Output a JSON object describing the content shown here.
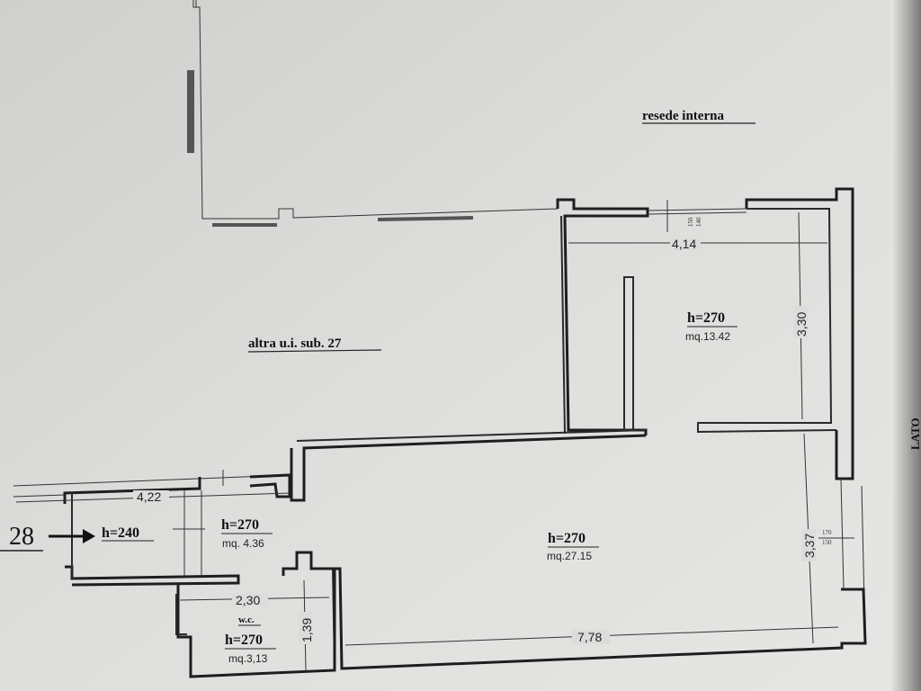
{
  "labels": {
    "resede": "resede interna",
    "altra": "altra u.i. sub. 27",
    "lato": "LATO",
    "unit_number": "28"
  },
  "rooms": [
    {
      "height": "h=270",
      "area": "mq.13.42"
    },
    {
      "height": "h=270",
      "area": "mq.27.15"
    },
    {
      "height": "h=270",
      "area": "mq. 4.36"
    },
    {
      "height": "h=240",
      "area": ""
    },
    {
      "name": "w.c.",
      "height": "h=270",
      "area": "mq.3,13"
    }
  ],
  "dimensions": {
    "bedroom_width": "4,14",
    "bedroom_depth": "3,30",
    "main_depth": "3,37",
    "main_width": "7,78",
    "entry_width": "4,22",
    "wc_width": "2,30",
    "wc_depth": "1,39"
  },
  "window_notes": {
    "top_window": [
      "150",
      "140"
    ],
    "side_window": [
      "170",
      "150"
    ]
  },
  "colors": {
    "paper": "#d9d9d7",
    "ink": "#1e1e1e"
  }
}
